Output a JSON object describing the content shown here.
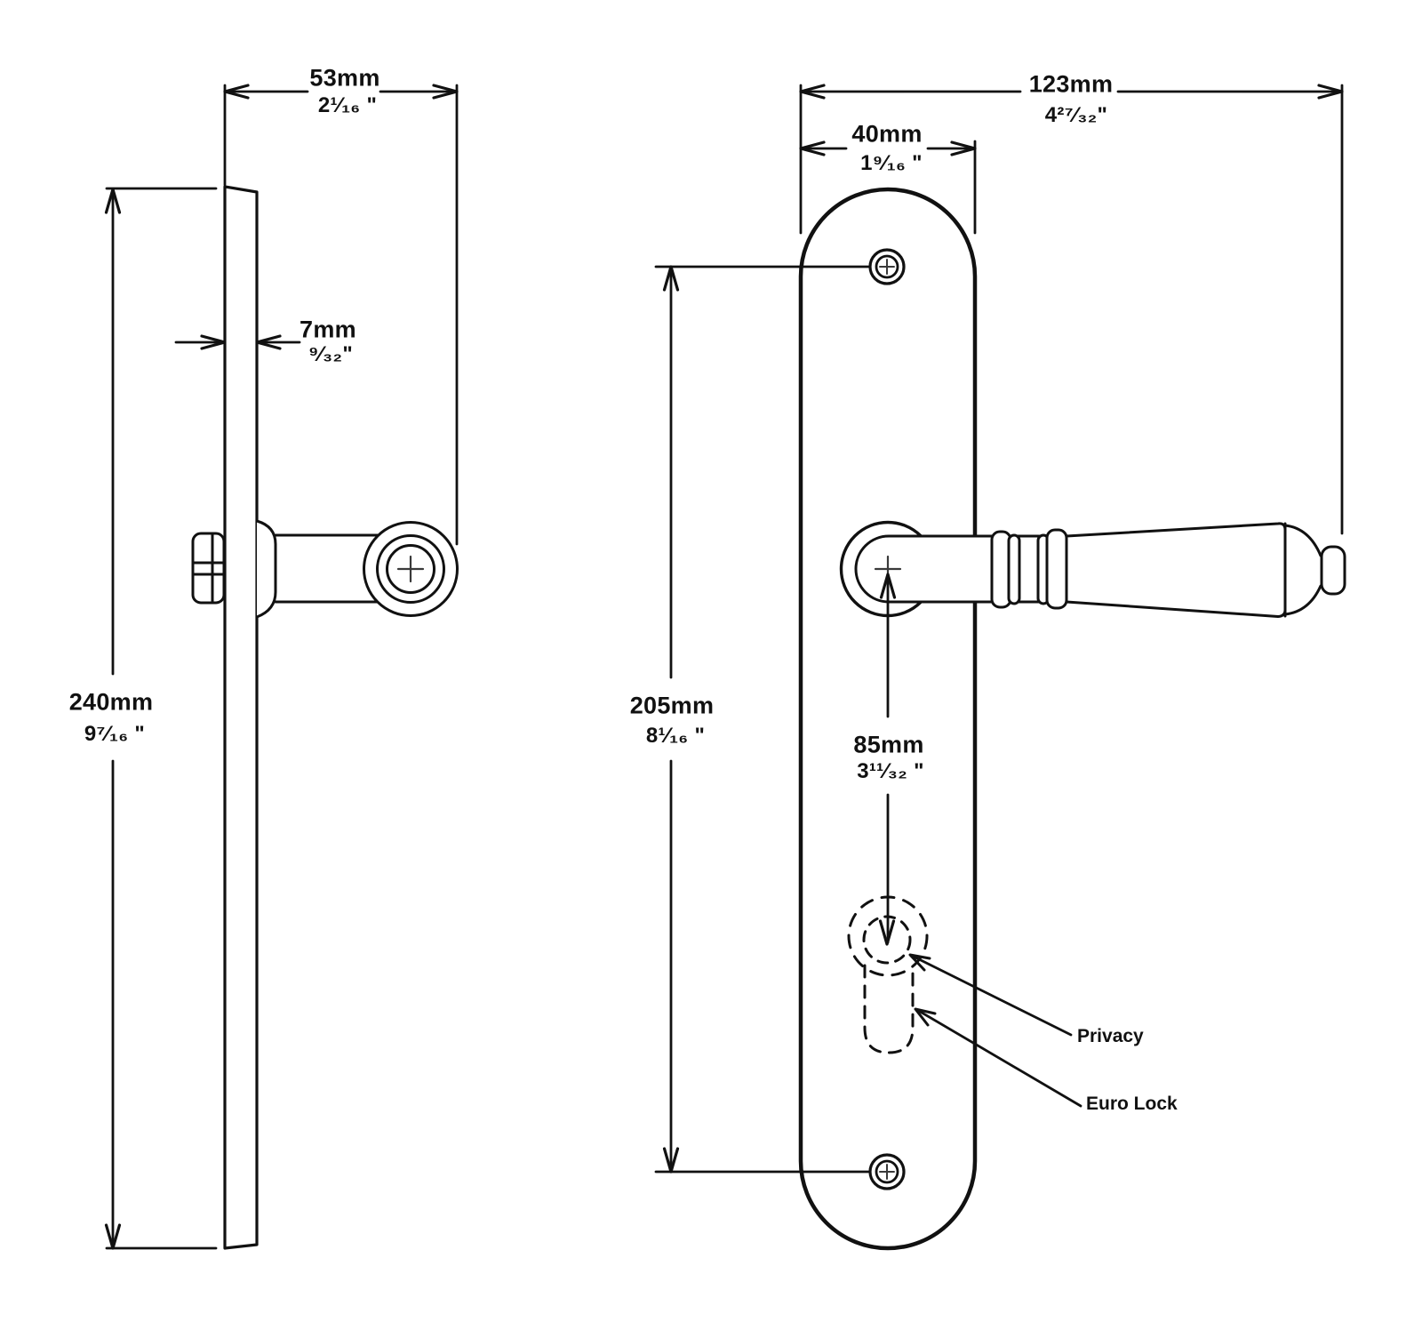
{
  "drawing_type": "door-handle-backplate-dimension-drawing",
  "colors": {
    "line": "#111111",
    "background": "#ffffff",
    "center_mark": "#3a3a3a"
  },
  "dimensions": {
    "side_projection": {
      "mm": "53mm",
      "inch": "2¹⁄₁₆ \""
    },
    "plate_thickness": {
      "mm": "7mm",
      "inch": "⁹⁄₃₂\""
    },
    "plate_height": {
      "mm": "240mm",
      "inch": "9⁷⁄₁₆ \""
    },
    "overall_width": {
      "mm": "123mm",
      "inch": "4²⁷⁄₃₂\""
    },
    "plate_width": {
      "mm": "40mm",
      "inch": "1⁹⁄₁₆ \""
    },
    "screw_spacing": {
      "mm": "205mm",
      "inch": "8¹⁄₁₆ \""
    },
    "handle_to_cylinder": {
      "mm": "85mm",
      "inch": "3¹¹⁄₃₂ \""
    }
  },
  "callouts": {
    "privacy": "Privacy",
    "euro_lock": "Euro Lock"
  }
}
